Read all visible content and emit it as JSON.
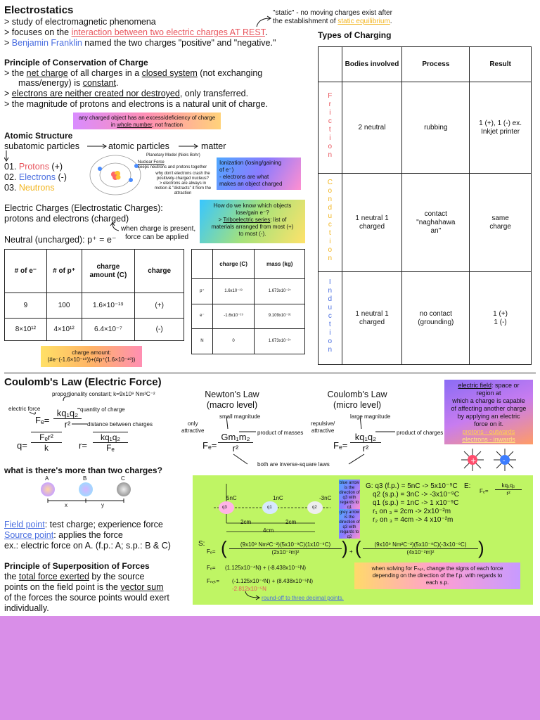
{
  "electrostatics": {
    "title": "Electrostatics",
    "line1": "> study of electromagnetic phenomena",
    "line2_pre": "> focuses on the ",
    "line2_link": "interaction between two electric charges AT REST",
    "line2_post": ".",
    "line3_pre": "> ",
    "line3_name": "Benjamin Franklin",
    "line3_post": " named the two charges \"positive\" and \"negative.\"",
    "static_note1": "\"static\" - no moving charges exist after",
    "static_note2_pre": "the establishment of ",
    "static_note2_link": "static equilibrium",
    "static_note2_post": "."
  },
  "conservation": {
    "title": "Principle of Conservation of Charge",
    "l1_a": "> the ",
    "l1_b": "net charge",
    "l1_c": " of all charges in a ",
    "l1_d": "closed system",
    "l1_e": " (not exchanging",
    "l2_a": "mass/energy) is ",
    "l2_b": "constant",
    "l2_c": ".",
    "l3_a": "> ",
    "l3_b": "electrons are neither created nor destroyed",
    "l3_c": ", only transferred.",
    "l4": "> the magnitude of protons and electrons is a natural unit of charge.",
    "note_a": "any charged object has an excess/deficiency of charge",
    "note_b_pre": "in ",
    "note_b_u": "whole number",
    "note_b_post": ", not fraction"
  },
  "atomic": {
    "title": "Atomic Structure",
    "subatomic": "subatomic particles",
    "atomic_particles": "atomic particles",
    "matter": "matter",
    "protons_num": "01. ",
    "protons": "Protons",
    "protons_sign": " (+)",
    "electrons_num": "02. ",
    "electrons": "Electrons",
    "electrons_sign": " (-)",
    "neutrons_num": "03. ",
    "neutrons": "Neutrons",
    "diag_planetary": "Planetary Model (Niels Bohr)",
    "diag_nuclear": "Nuclear Force",
    "diag_nuclear2": "keeps neutrons and protons together",
    "diag_why1": "why don't electrons crash the",
    "diag_why2": "positively-charged nucleus?",
    "diag_why3": "> electrons are always in",
    "diag_why4": "motion & \"distracts\" it from the",
    "diag_why5": "attraction",
    "ion_1": "Ionization (losing/gaining",
    "ion_2": "of e⁻)",
    "ion_3": "- electrons are what",
    "ion_4": "makes an object charged"
  },
  "electric_charges": {
    "l1": "Electric Charges (Electrostatic Charges):",
    "l2": "protons and electrons (charged)",
    "note1": "when charge is present,",
    "note2": "force can be applied",
    "neutral": "Neutral (uncharged): p⁺ = e⁻",
    "tribo_1": "How do we know which objects",
    "tribo_2": "lose/gain e⁻?",
    "tribo_3_pre": "> ",
    "tribo_3_u": "Triboelectric series",
    "tribo_3_post": ": list of",
    "tribo_4": "materials arranged from most (+)",
    "tribo_5": "to most (-)."
  },
  "table1": {
    "headers": [
      "# of e⁻",
      "# of p⁺",
      "charge amount (C)",
      "charge"
    ],
    "rows": [
      [
        "9",
        "100",
        "1.6×10⁻¹⁹",
        "(+)"
      ],
      [
        "8×10¹²",
        "4×10¹²",
        "6.4×10⁻⁷",
        "(-)"
      ]
    ],
    "formula_1": "charge amount:",
    "formula_2": "(#e⁻(-1.6×10⁻¹⁹))+(#p⁺(1.6×10⁻¹⁹))"
  },
  "table2": {
    "headers": [
      "",
      "charge (C)",
      "mass (kg)"
    ],
    "rows": [
      [
        "p⁺",
        "1.6x10⁻¹⁹",
        "1.673x10⁻²⁷"
      ],
      [
        "e⁻",
        "-1.6x10⁻¹⁹",
        "9.109x10⁻³¹"
      ],
      [
        "N",
        "0",
        "1.673x10⁻²⁷"
      ]
    ]
  },
  "charging": {
    "title": "Types of Charging",
    "headers": [
      "",
      "Bodies involved",
      "Process",
      "Result"
    ],
    "rows": [
      {
        "type": "Friction",
        "bodies": "2 neutral",
        "process": "rubbing",
        "result": "1 (+), 1 (-) ex. Inkjet printer"
      },
      {
        "type": "Conduction",
        "bodies": "1 neutral 1 charged",
        "process": "contact \"naghahawa an\"",
        "result": "same charge"
      },
      {
        "type": "Induction",
        "bodies": "1 neutral 1 charged",
        "process": "no contact (grounding)",
        "result": "1 (+) 1 (-)"
      }
    ]
  },
  "coulomb": {
    "title": "Coulomb's Law (Electric Force)",
    "prop": "proportionality constant; k=9x10⁹ Nm²C⁻²",
    "electric_force": "electric force",
    "quantity": "quantity of charge",
    "distance": "distance between charges",
    "fe_lhs": "Fₑ=",
    "fe_num": "kq₁q₂",
    "fe_den": "r²",
    "q_lhs": "q=",
    "q_num": "Fₑr²",
    "q_den": "k",
    "r_lhs": "r=",
    "r_num": "kq₁q₂",
    "r_den": "Fₑ",
    "newton_title1": "Newton's Law",
    "newton_title2": "(macro level)",
    "coulomb_title1": "Coulomb's Law",
    "coulomb_title2": "(micro level)",
    "small_mag": "small magnitude",
    "large_mag": "large magnitude",
    "only_attr1": "only",
    "only_attr2": "attractive",
    "rep_attr1": "repulsive/",
    "rep_attr2": "attractive",
    "prod_masses": "product of masses",
    "prod_charges": "product of charges",
    "newton_lhs": "Fₑ=",
    "newton_num": "Gm₁m₂",
    "newton_den": "r²",
    "coul_lhs": "Fₑ=",
    "coul_num": "kq₁q₂",
    "coul_den": "r²",
    "inverse": "both are inverse-square laws",
    "field_u": "electric field",
    "field_1": ": space or",
    "field_2": "region at",
    "field_3": "which a charge is capable",
    "field_4": "of affecting another charge",
    "field_5": "by applying an electric",
    "field_6": "force on it.",
    "field_7": "protons - outwards",
    "field_8": "electrons - inwards"
  },
  "superposition": {
    "question": "what is there's more than two charges?",
    "labels": [
      "A",
      "B",
      "C"
    ],
    "x": "x",
    "y": "y",
    "field_point_u": "Field point",
    "field_point_rest": ": test charge; experience force",
    "source_point_u": "Source point",
    "source_point_rest": ": applies the force",
    "example": "ex.: electric force on A. (f.p.: A; s.p.: B & C)",
    "title": "Principle of Superposition of Forces",
    "p1_a": "the ",
    "p1_b": "total force exerted",
    "p1_c": " by the source",
    "p2": "points on the field point is the ",
    "p2_u": "vector sum",
    "p3": "of the forces the source points would exert",
    "p4": "individually."
  },
  "example": {
    "c5": "5nC",
    "c1": "1nC",
    "cm3": "-3nC",
    "q3": "q3",
    "q1": "q1",
    "q2": "q2",
    "d1": "2cm",
    "d2": "2cm",
    "d3": "4cm",
    "blue_note": "blue arrow is the direction of q3 with regards to q1",
    "grey_note": "grey arrow is the direction of q3 with regards to q2",
    "g1": "G: q3 (f.p.) = 5nC -> 5x10⁻⁹C",
    "g2": "q2 (s.p.) = 3nC -> -3x10⁻⁹C",
    "g3": "q1 (s.p.) = 1nC -> 1 x10⁻⁹C",
    "g4": "r₁ on ₃ = 2cm -> 2x10⁻²m",
    "g5": "r₂ on ₃ = 4cm -> 4 x10⁻²m",
    "e_lbl": "E:",
    "e_lhs": "Fₑ=",
    "e_num": "kq₁q₂",
    "e_den": "r²",
    "s_lbl": "S:",
    "s_fe": "Fₑ=",
    "s_num1": "(9x10⁹ Nm²C⁻²)(5x10⁻⁹C)(1x10⁻⁹C)",
    "s_den1": "(2x10⁻²m)²",
    "plus": "+",
    "s_num2": "(9x10⁹ Nm²C⁻²)(5x10⁻⁹C)(-3x10⁻⁹C)",
    "s_den2": "(4x10⁻²m)²",
    "l2_lhs": "Fₑ=",
    "l2": "(1.125x10⁻⁴N) + (-8.438x10⁻⁵N)",
    "l3_lhs": "Fₙₑₜ=",
    "l3": "(-1.125x10⁻⁴N) + (8.438x10⁻⁵N)",
    "answer": "-2.812x10⁻⁵N",
    "round": "round-off to three decimal points.",
    "note1": "when solving for Fₙₑₜ, change the signs of each force",
    "note2": "depending on the direction of the f.p. with regards to",
    "note3": "each s.p."
  },
  "colors": {
    "accent_red": "#e8545c",
    "accent_blue": "#4a6ee0",
    "accent_yellow": "#f2b51f",
    "green_box": "#bff564",
    "bottom_band": "#d98ee8"
  }
}
